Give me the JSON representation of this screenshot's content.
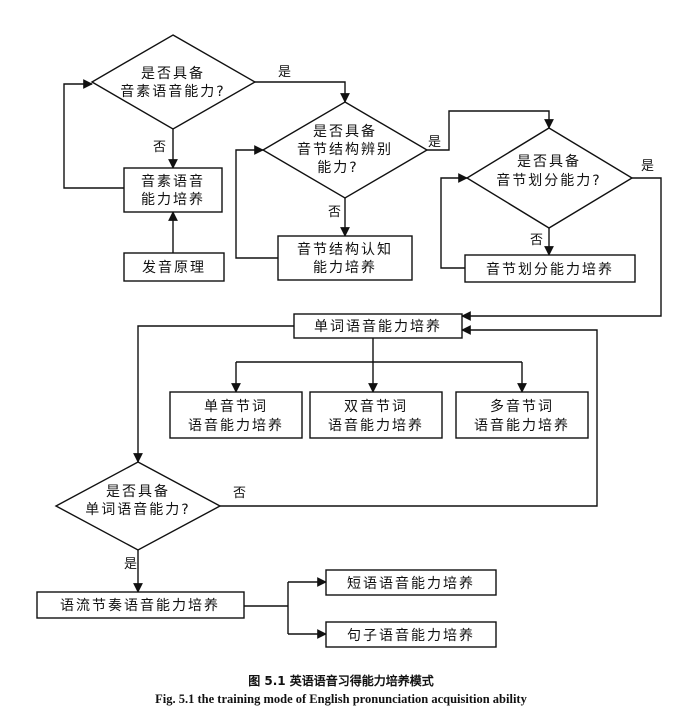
{
  "nodes": {
    "q1": [
      "是否具备",
      "音素语音能力?"
    ],
    "train1": [
      "音素语音",
      "能力培养"
    ],
    "principle": [
      "发音原理"
    ],
    "q2": [
      "是否具备",
      "音节结构辨别",
      "能力?"
    ],
    "train2": [
      "音节结构认知",
      "能力培养"
    ],
    "q3": [
      "是否具备",
      "音节划分能力?"
    ],
    "train3": [
      "音节划分能力培养"
    ],
    "word": [
      "单词语音能力培养"
    ],
    "mono": [
      "单音节词",
      "语音能力培养"
    ],
    "di": [
      "双音节词",
      "语音能力培养"
    ],
    "poly": [
      "多音节词",
      "语音能力培养"
    ],
    "q4": [
      "是否具备",
      "单词语音能力?"
    ],
    "rhythm": [
      "语流节奏语音能力培养"
    ],
    "phrase": [
      "短语语音能力培养"
    ],
    "sentence": [
      "句子语音能力培养"
    ]
  },
  "edge_labels": {
    "yes": "是",
    "no": "否"
  },
  "caption": {
    "zh": "图 5.1 英语语音习得能力培养模式",
    "en": "Fig. 5.1 the training mode of English pronunciation acquisition ability"
  }
}
